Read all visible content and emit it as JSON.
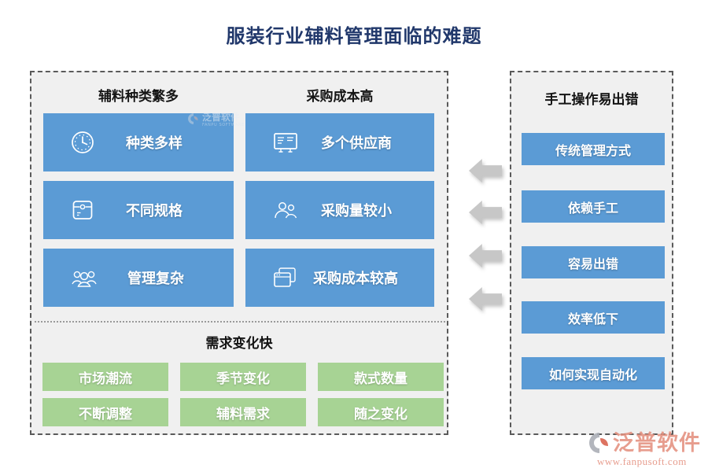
{
  "title": "服装行业辅料管理面临的难题",
  "left_panel": {
    "type_section": {
      "header": "辅料种类繁多",
      "items": [
        {
          "icon": "clock-icon",
          "label": "种类多样"
        },
        {
          "icon": "pouch-icon",
          "label": "不同规格"
        },
        {
          "icon": "group-icon",
          "label": "管理复杂"
        }
      ]
    },
    "cost_section": {
      "header": "采购成本高",
      "items": [
        {
          "icon": "board-icon",
          "label": "多个供应商"
        },
        {
          "icon": "people-icon",
          "label": "采购量较小"
        },
        {
          "icon": "windows-icon",
          "label": "采购成本较高"
        }
      ]
    },
    "demand_section": {
      "header": "需求变化快",
      "rows": [
        [
          "市场潮流",
          "季节变化",
          "款式数量"
        ],
        [
          "不断调整",
          "辅料需求",
          "随之变化"
        ]
      ]
    }
  },
  "right_panel": {
    "header": "手工操作易出错",
    "items": [
      "传统管理方式",
      "依赖手工",
      "容易出错",
      "效率低下",
      "如何实现自动化"
    ]
  },
  "watermark": {
    "brand": "泛普软件",
    "subtitle": "FANPU SOFTWARE"
  },
  "footer_logo": {
    "brand": "泛普软件",
    "url": "www.fanpusoft.com"
  },
  "colors": {
    "title_navy": "#21386B",
    "card_blue": "#5B9BD5",
    "card_green": "#A7D394",
    "arrow_gray": "#C7C7C7",
    "panel_bg": "#F0F0F0",
    "brand_salmon": "#E4907F"
  }
}
